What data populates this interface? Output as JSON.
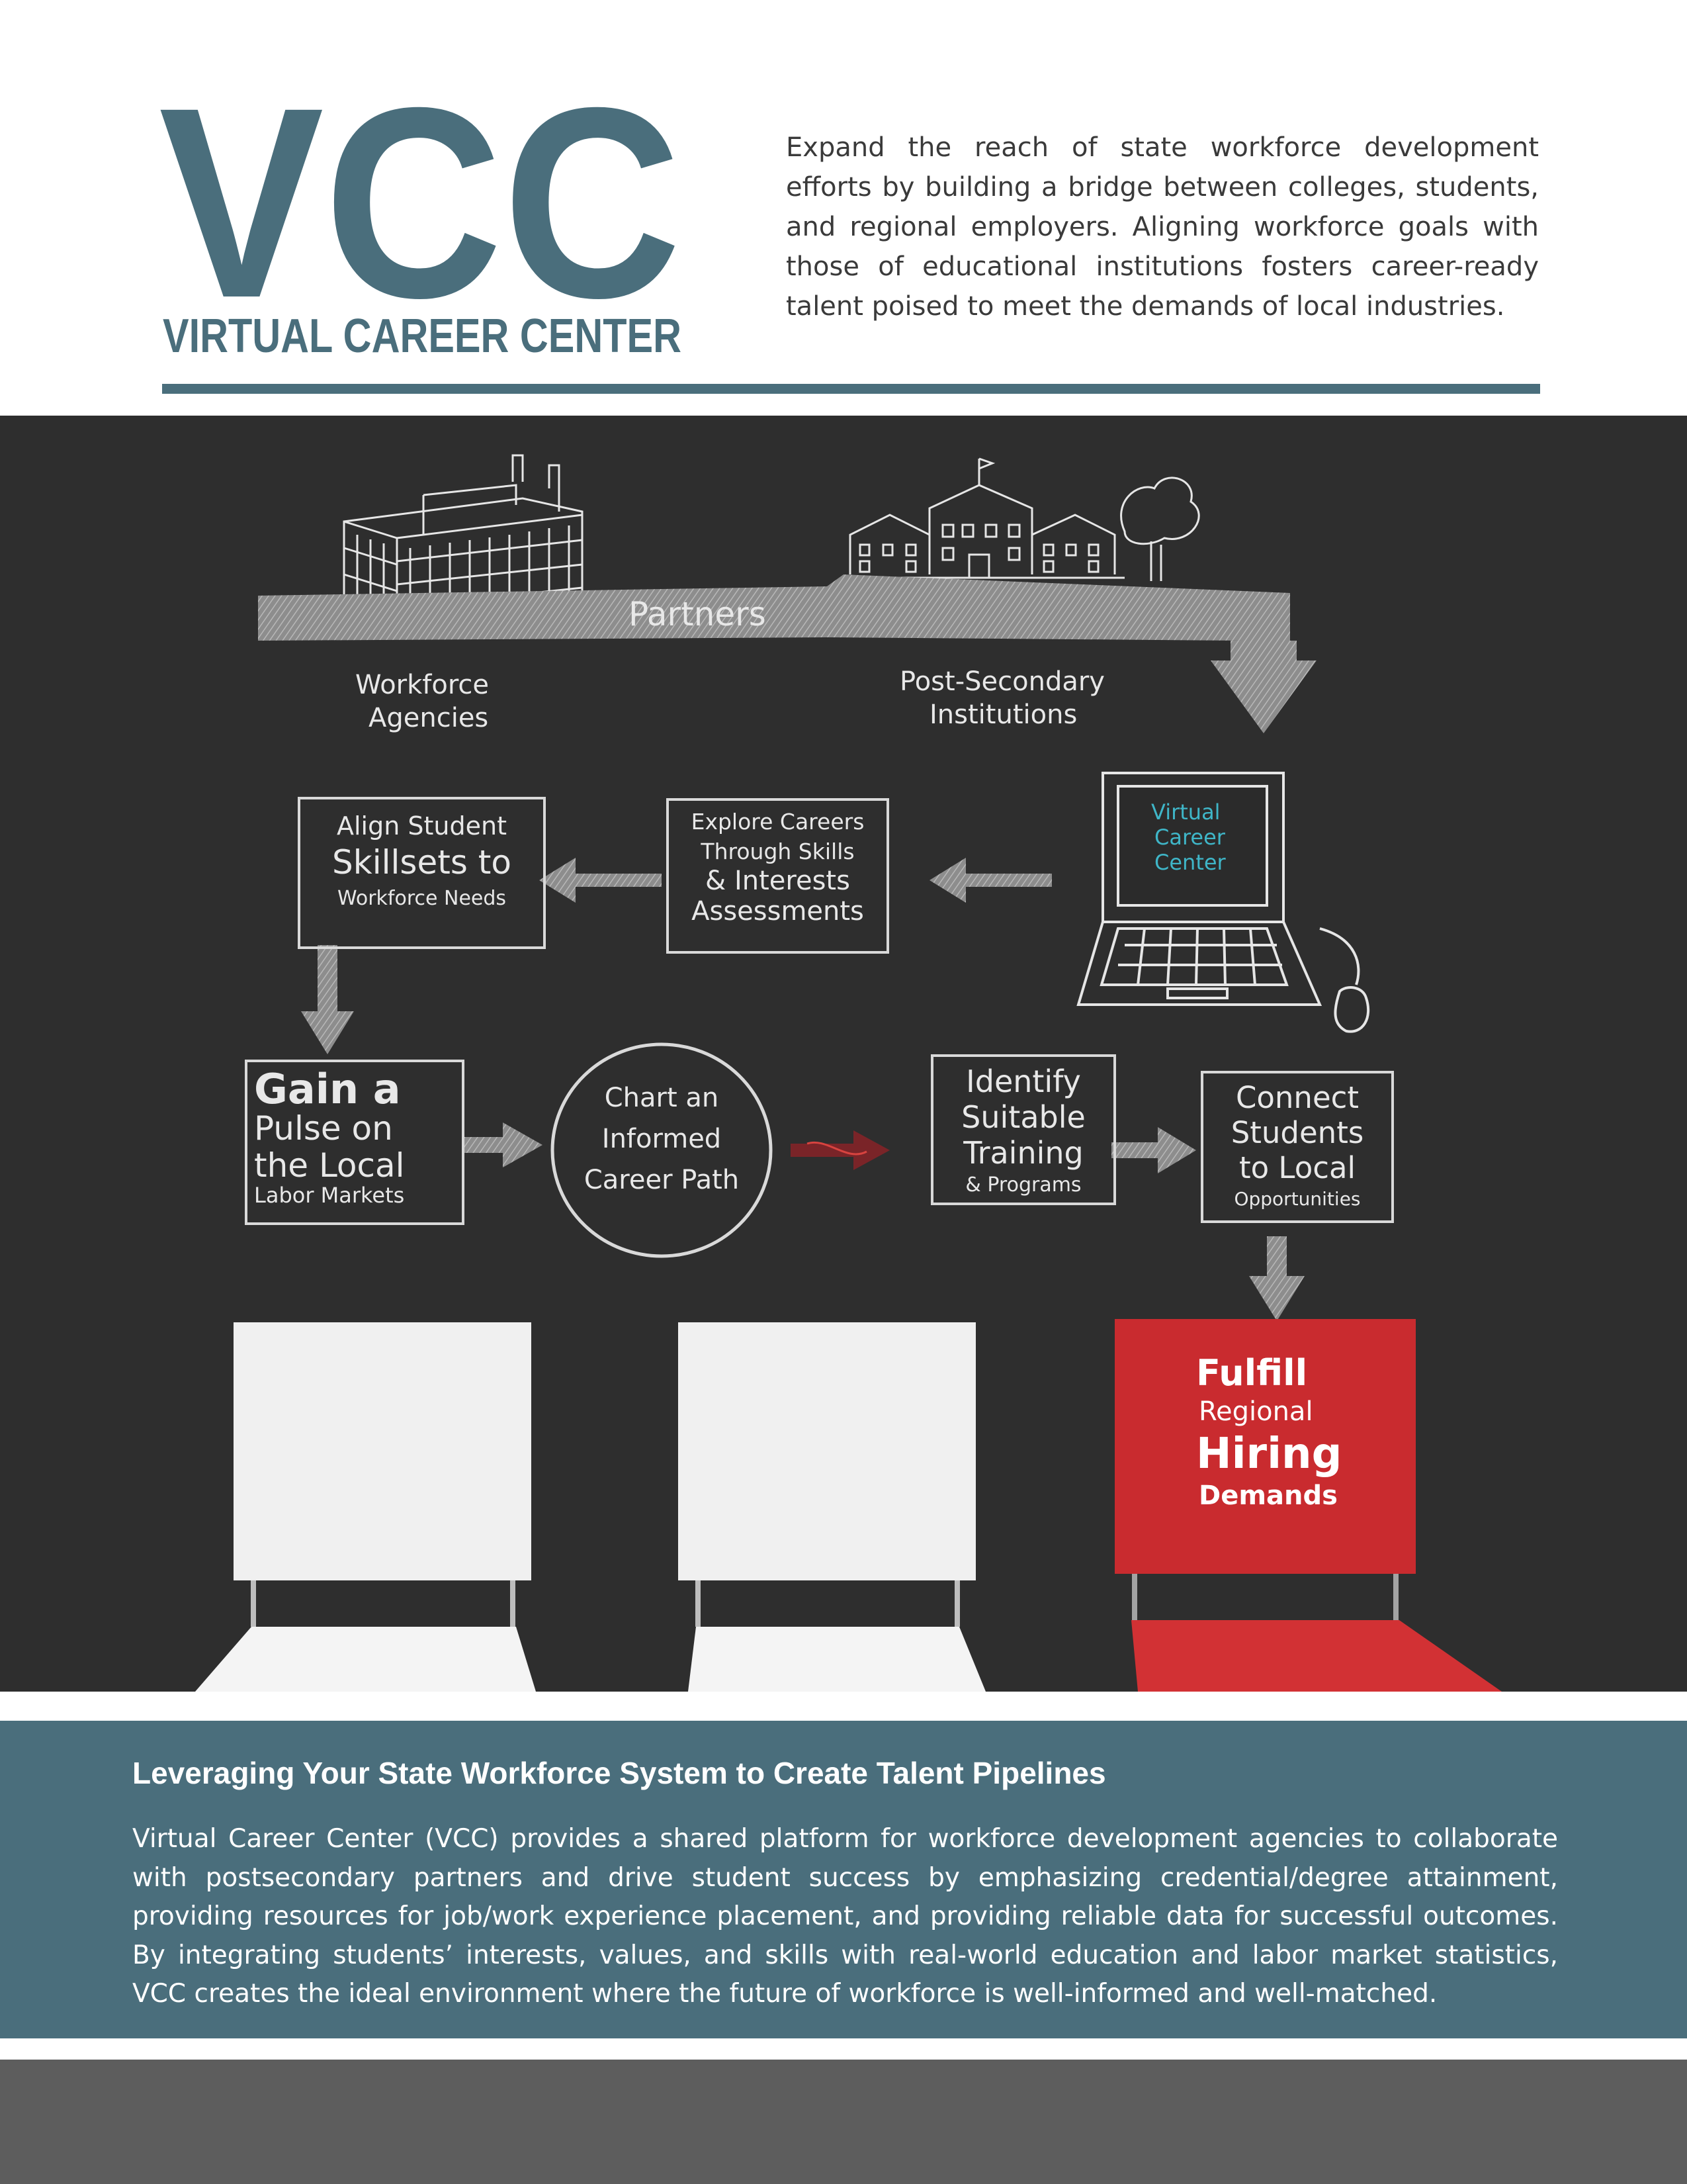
{
  "logo": {
    "brand": "VCC",
    "tagline": "VIRTUAL CAREER CENTER"
  },
  "intro": "Expand the reach of state workforce development efforts by building a bridge between colleges, students, and regional employers. Aligning workforce goals with those of educational institutions fosters career-ready talent poised to meet the demands of local industries.",
  "diagram": {
    "partners_label": "Partners",
    "workforce_agencies": [
      "Workforce",
      "Agencies"
    ],
    "post_secondary": [
      "Post-Secondary",
      "Institutions"
    ],
    "laptop_label": [
      "Virtual",
      "Career",
      "Center"
    ],
    "align": [
      "Align Student",
      "Skillsets to",
      "Workforce Needs"
    ],
    "explore": [
      "Explore Careers",
      "Through Skills",
      "& Interests",
      "Assessments"
    ],
    "gain": [
      "Gain a",
      "Pulse on",
      "the Local",
      "Labor Markets"
    ],
    "chart": [
      "Chart an",
      "Informed",
      "Career Path"
    ],
    "identify": [
      "Identify",
      "Suitable",
      "Training",
      "& Programs"
    ],
    "connect": [
      "Connect",
      "Students",
      "to Local",
      "Opportunities"
    ],
    "fulfill": [
      "Fulfill",
      "Regional",
      "Hiring",
      "Demands"
    ]
  },
  "colors": {
    "brand": "#4a6e7c",
    "chalkboard": "#2e2e2e",
    "red_chair": "#c92b2f",
    "footer": "#5d5d5d"
  },
  "section": {
    "heading": "Leveraging Your State Workforce System to Create Talent Pipelines",
    "body": "Virtual Career Center (VCC) provides a shared platform for workforce development agencies to collaborate with postsecondary partners and drive student success by emphasizing credential/degree attainment, providing resources for job/work experience placement, and providing reliable data for successful outcomes. By integrating students’ interests, values, and skills with real-world education and labor market statistics, VCC creates the ideal environment where the future of workforce is well-informed and well-matched."
  }
}
